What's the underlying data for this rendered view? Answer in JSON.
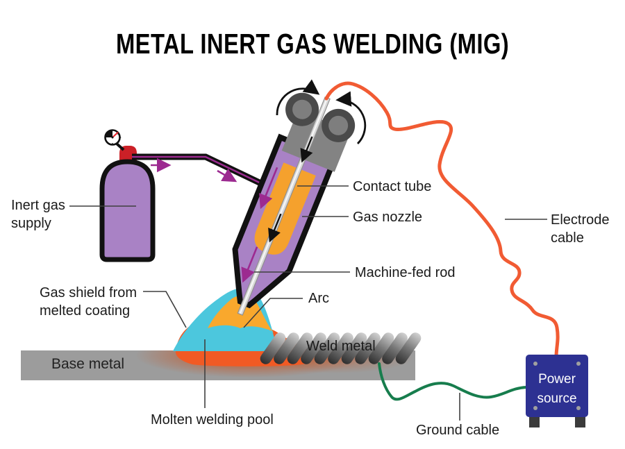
{
  "title": "METAL INERT GAS WELDING (MIG)",
  "labels": {
    "inert_gas_line1": "Inert gas",
    "inert_gas_line2": "supply",
    "contact_tube": "Contact tube",
    "gas_nozzle": "Gas nozzle",
    "machine_fed_rod": "Machine-fed rod",
    "electrode_line1": "Electrode",
    "electrode_line2": "cable",
    "arc": "Arc",
    "gas_shield_line1": "Gas shield from",
    "gas_shield_line2": "melted coating",
    "base_metal": "Base metal",
    "weld_metal": "Weld metal",
    "molten_pool": "Molten welding pool",
    "ground_cable": "Ground cable",
    "power_line1": "Power",
    "power_line2": "source"
  },
  "colors": {
    "purple": "#a982c5",
    "magenta": "#9c2a90",
    "valve_red": "#cb2027",
    "tube_orange": "#f5a12d",
    "shield_cyan": "#4cc7dd",
    "arc_yellow": "#f9a82d",
    "pool_orange": "#f15a24",
    "electrode_orange": "#f15b33",
    "ground_green": "#177d4d",
    "power_navy": "#2d3192",
    "base_gray": "#9c9c9c"
  }
}
